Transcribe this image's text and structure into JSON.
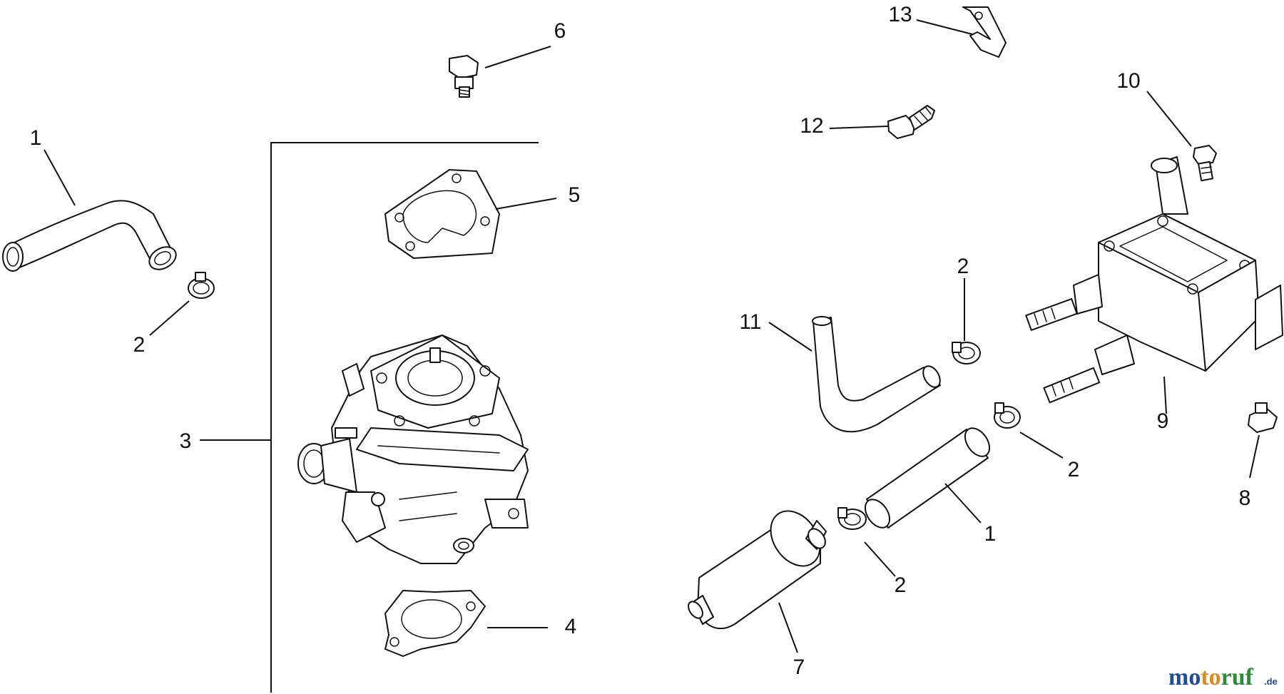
{
  "diagram": {
    "callouts": [
      {
        "id": "c1a",
        "label": "1"
      },
      {
        "id": "c2a",
        "label": "2"
      },
      {
        "id": "c3",
        "label": "3"
      },
      {
        "id": "c4",
        "label": "4"
      },
      {
        "id": "c5",
        "label": "5"
      },
      {
        "id": "c6",
        "label": "6"
      },
      {
        "id": "c13",
        "label": "13"
      },
      {
        "id": "c12",
        "label": "12"
      },
      {
        "id": "c10",
        "label": "10"
      },
      {
        "id": "c11",
        "label": "11"
      },
      {
        "id": "c2b",
        "label": "2"
      },
      {
        "id": "c2c",
        "label": "2"
      },
      {
        "id": "c2d",
        "label": "2"
      },
      {
        "id": "c1b",
        "label": "1"
      },
      {
        "id": "c9",
        "label": "9"
      },
      {
        "id": "c8",
        "label": "8"
      },
      {
        "id": "c7",
        "label": "7"
      }
    ]
  },
  "watermark": {
    "brand_parts": [
      "mo",
      "to",
      "ruf"
    ],
    "brand_colors": [
      "#1f4d99",
      "#e08a1e",
      "#2f8a3a"
    ],
    "tld": ".de"
  }
}
